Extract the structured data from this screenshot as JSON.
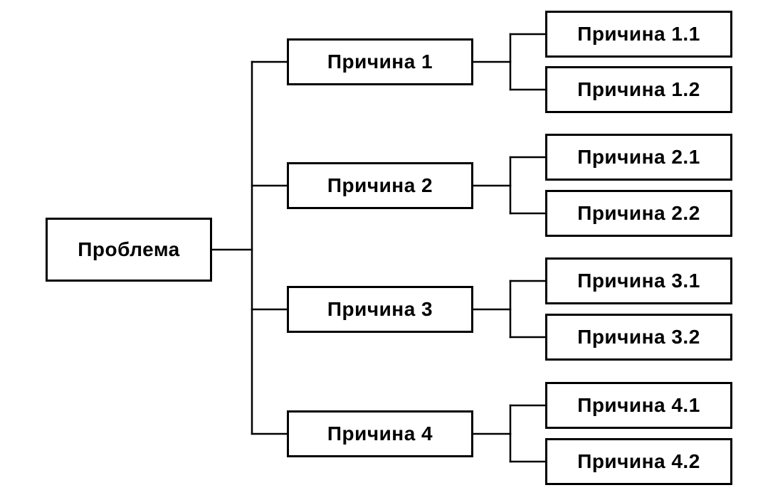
{
  "diagram": {
    "root": {
      "label": "Проблема"
    },
    "causes": [
      {
        "label": "Причина 1",
        "children": [
          {
            "label": "Причина 1.1"
          },
          {
            "label": "Причина 1.2"
          }
        ]
      },
      {
        "label": "Причина 2",
        "children": [
          {
            "label": "Причина 2.1"
          },
          {
            "label": "Причина 2.2"
          }
        ]
      },
      {
        "label": "Причина 3",
        "children": [
          {
            "label": "Причина 3.1"
          },
          {
            "label": "Причина 3.2"
          }
        ]
      },
      {
        "label": "Причина 4",
        "children": [
          {
            "label": "Причина 4.1"
          },
          {
            "label": "Причина 4.2"
          }
        ]
      }
    ]
  }
}
